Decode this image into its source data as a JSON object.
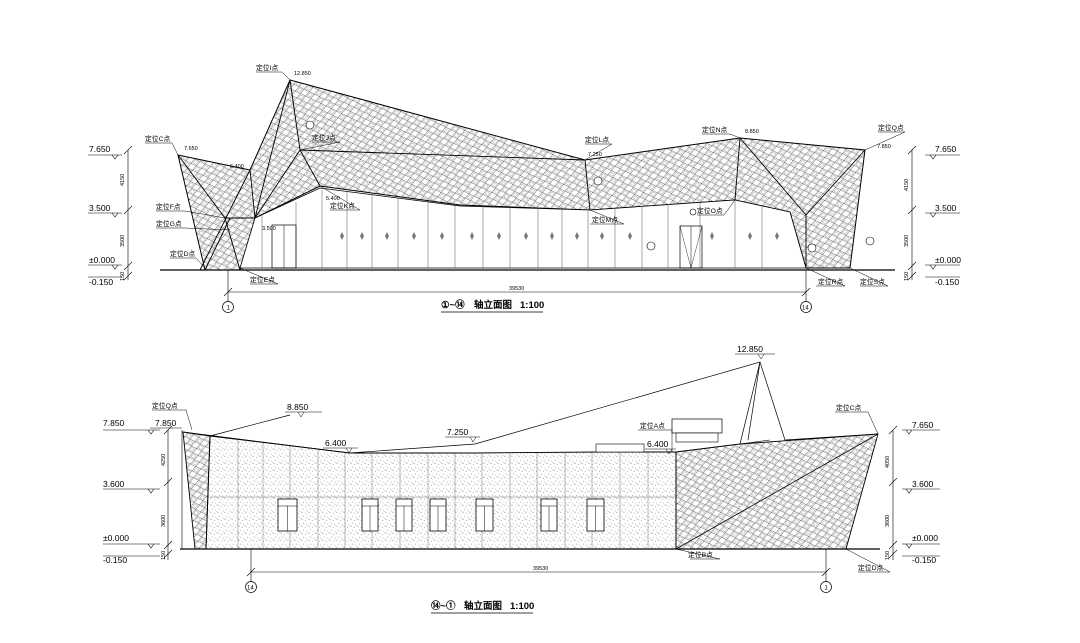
{
  "elevation_1": {
    "title_mark": "①~⑭",
    "title": "轴立面图",
    "scale": "1:100",
    "levels": {
      "l_top_left": "7.650",
      "l_mid_left": "3.500",
      "l_zero_left": "±0.000",
      "l_neg_left": "-0.150",
      "r_top": "7.650",
      "r_mid": "3.500",
      "r_zero": "±0.000",
      "r_neg": "-0.150"
    },
    "points": {
      "I": "定位I点",
      "C": "定位C点",
      "J": "定位J点",
      "F": "定位F点",
      "G": "定位G点",
      "K": "定位K点",
      "D": "定位D点",
      "E": "定位E点",
      "L": "定位L点",
      "M": "定位M点",
      "N": "定位N点",
      "O": "定位O点",
      "Q": "定位Q点",
      "R": "定位R点",
      "S": "定位S点"
    },
    "elevs": {
      "e12850": "12.850",
      "e7650": "7.650",
      "e6400": "6.400",
      "e7250": "7.250",
      "e8850": "8.850",
      "e7850": "7.850",
      "e5400": "5.400",
      "e3500": "3.500"
    },
    "dims": {
      "left_a": "4150",
      "left_b": "3500",
      "left_c": "150",
      "right_a": "4150",
      "right_b": "3500",
      "right_c": "150",
      "total": "39530"
    },
    "axes": {
      "start": "1",
      "end": "14"
    }
  },
  "elevation_2": {
    "title_mark": "⑭~①",
    "title": "轴立面图",
    "scale": "1:100",
    "levels": {
      "l_top": "7.850",
      "l_mid": "3.600",
      "l_zero": "±0.000",
      "l_neg": "-0.150",
      "r_top": "7.650",
      "r_mid": "3.600",
      "r_zero": "±0.000",
      "r_neg": "-0.150"
    },
    "points": {
      "Q": "定位Q点",
      "A": "定位A点",
      "C": "定位C点",
      "B": "定位B点",
      "D": "定位D点"
    },
    "elevs": {
      "e12850": "12.850",
      "e8850": "8.850",
      "e7850": "7.850",
      "e7250": "7.250",
      "e6400a": "6.400",
      "e6400b": "6.400"
    },
    "dims": {
      "left_a": "4250",
      "left_b": "3600",
      "left_c": "150",
      "right_a": "4050",
      "right_b": "3600",
      "right_c": "150",
      "total": "39530"
    },
    "axes": {
      "start": "14",
      "end": "1"
    }
  }
}
